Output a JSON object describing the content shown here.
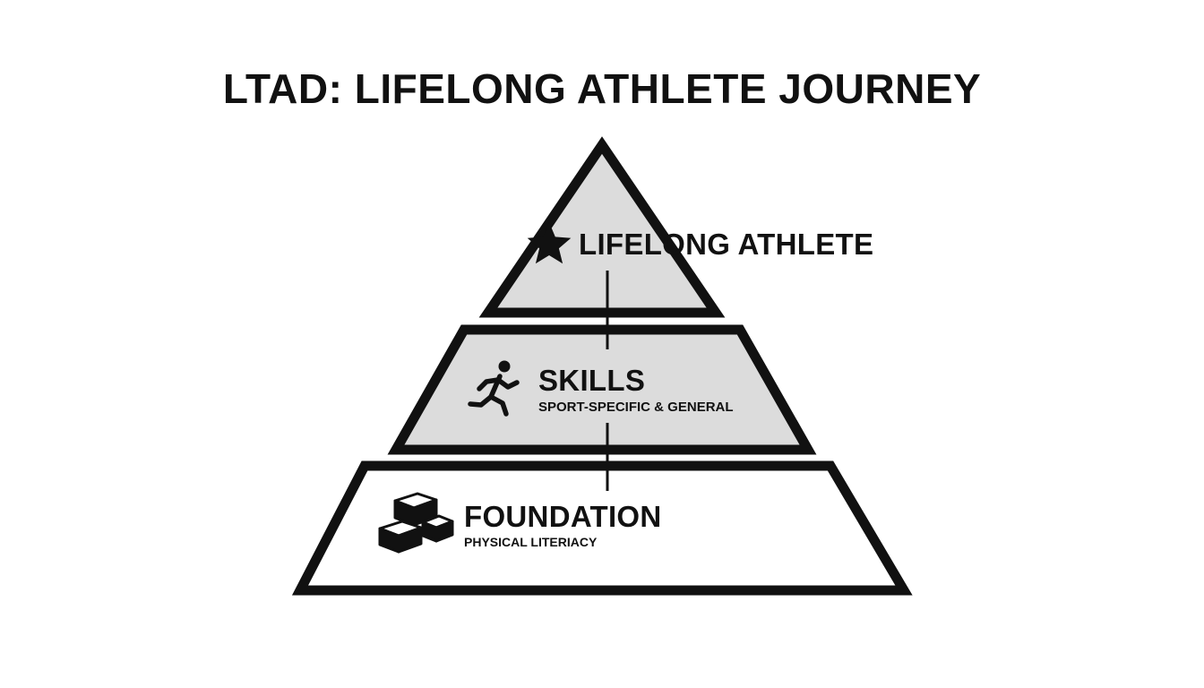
{
  "title": "LTAD: LIFELONG ATHLETE JOURNEY",
  "colors": {
    "outline": "#111111",
    "fill_light": "#dcdcdc",
    "fill_base": "#ffffff"
  },
  "tiers": [
    {
      "name": "LIFELONG ATHLETE",
      "subtitle": "",
      "icon": "star-icon"
    },
    {
      "name": "SKILLS",
      "subtitle": "SPORT-SPECIFIC & GENERAL",
      "icon": "running-person-icon"
    },
    {
      "name": "FOUNDATION",
      "subtitle": "PHYSICAL LITERIACY",
      "icon": "stacked-boxes-icon"
    }
  ]
}
